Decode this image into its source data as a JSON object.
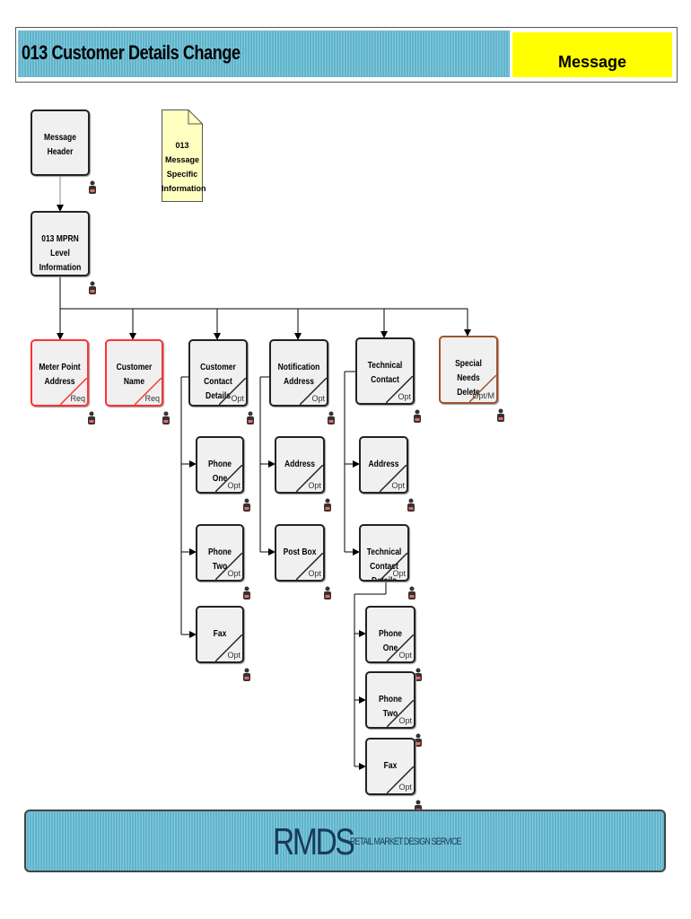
{
  "header": {
    "title": "013 Customer Details Change",
    "type": "Message"
  },
  "note": {
    "lines": "013 Message Specific Information"
  },
  "boxes": [
    {
      "id": "message-header",
      "label": "Message Header",
      "badge": ""
    },
    {
      "id": "mprn-level-information",
      "label": "013 MPRN Level Information",
      "badge": ""
    },
    {
      "id": "meter-point-address",
      "label": "Meter Point Address",
      "badge": "Req"
    },
    {
      "id": "customer-name",
      "label": "Customer Name",
      "badge": "Req"
    },
    {
      "id": "customer-contact-details",
      "label": "Customer Contact Details",
      "badge": "Opt"
    },
    {
      "id": "notification-address",
      "label": "Notification Address",
      "badge": "Opt"
    },
    {
      "id": "technical-contact",
      "label": "Technical Contact",
      "badge": "Opt"
    },
    {
      "id": "special-needs-delete-details",
      "label": "Special Needs Delete Details",
      "badge": "Opt/M"
    },
    {
      "id": "cc-phone-one",
      "label": "Phone One",
      "badge": "Opt"
    },
    {
      "id": "cc-phone-two",
      "label": "Phone Two",
      "badge": "Opt"
    },
    {
      "id": "cc-fax",
      "label": "Fax",
      "badge": "Opt"
    },
    {
      "id": "notif-address",
      "label": "Address",
      "badge": "Opt"
    },
    {
      "id": "notif-post-box",
      "label": "Post Box",
      "badge": "Opt"
    },
    {
      "id": "tech-address",
      "label": "Address",
      "badge": "Opt"
    },
    {
      "id": "technical-contact-details",
      "label": "Technical Contact Details",
      "badge": "Opt"
    },
    {
      "id": "tcd-phone-one",
      "label": "Phone One",
      "badge": "Opt"
    },
    {
      "id": "tcd-phone-two",
      "label": "Phone Two",
      "badge": "Opt"
    },
    {
      "id": "tcd-fax",
      "label": "Fax",
      "badge": "Opt"
    }
  ],
  "footer": {
    "logo": "RMDS",
    "subtitle": "RETAIL MARKET DESIGN SERVICE"
  },
  "colors": {
    "band": "#5fb5cc",
    "message": "#ffff00",
    "required": "#ff3333",
    "special": "#a0522d"
  }
}
